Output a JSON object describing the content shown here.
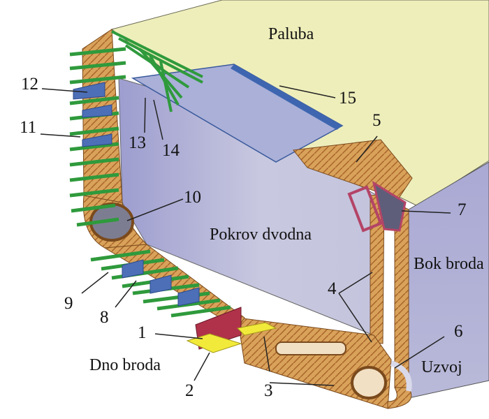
{
  "labels": {
    "deck": "Paluba",
    "inner_bottom": "Pokrov dvodna",
    "side": "Bok broda",
    "bottom": "Dno broda",
    "bilge": "Uzvoj"
  },
  "callouts": {
    "n1": "1",
    "n2": "2",
    "n3": "3",
    "n4": "4",
    "n5": "5",
    "n6": "6",
    "n7": "7",
    "n8": "8",
    "n9": "9",
    "n10": "10",
    "n11": "11",
    "n12": "12",
    "n13": "13",
    "n14": "14",
    "n15": "15"
  },
  "colors": {
    "deck": "#eeeebb",
    "inner_surface": "#a9a9d3",
    "inner_surface_light": "#c9c9e2",
    "side_shell": "#a8a8d2",
    "frame_orange": "#d9a25a",
    "frame_dark": "#8c4a1c",
    "stiffener_green": "#2f9a3c",
    "bracket_blue": "#4d6fb8",
    "girder_red": "#b0324a",
    "keel_yellow": "#f2ea3a",
    "bracket_magenta": "#b44467"
  }
}
